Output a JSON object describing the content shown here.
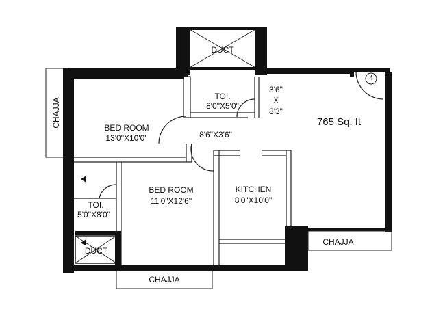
{
  "floor_plan": {
    "area": "765 Sq. ft",
    "unit_number": "4",
    "rooms": {
      "bedroom_1": {
        "name": "BED ROOM",
        "size": "13'0\"X10'0\""
      },
      "bedroom_2": {
        "name": "BED ROOM",
        "size": "11'0\"X12'6\""
      },
      "toilet_1": {
        "name": "TOI.",
        "size": "8'0\"X5'0\""
      },
      "toilet_2": {
        "name": "TOI.",
        "size": "5'0\"X8'0\""
      },
      "kitchen": {
        "name": "KITCHEN",
        "size": "8'0\"X10'0\""
      },
      "passage": {
        "size": "8'6\"X3'6\""
      },
      "dimension_block": {
        "line1": "3'6\"",
        "line2": "X",
        "line3": "8'3\""
      }
    },
    "ducts": {
      "top": "DUCT",
      "bottom": "DUCT"
    },
    "chajja": {
      "left": "CHAJJA",
      "bottom": "CHAJJA",
      "right": "CHAJJA"
    }
  },
  "colors": {
    "wall": "#111111",
    "line": "#222222",
    "background": "#ffffff"
  }
}
